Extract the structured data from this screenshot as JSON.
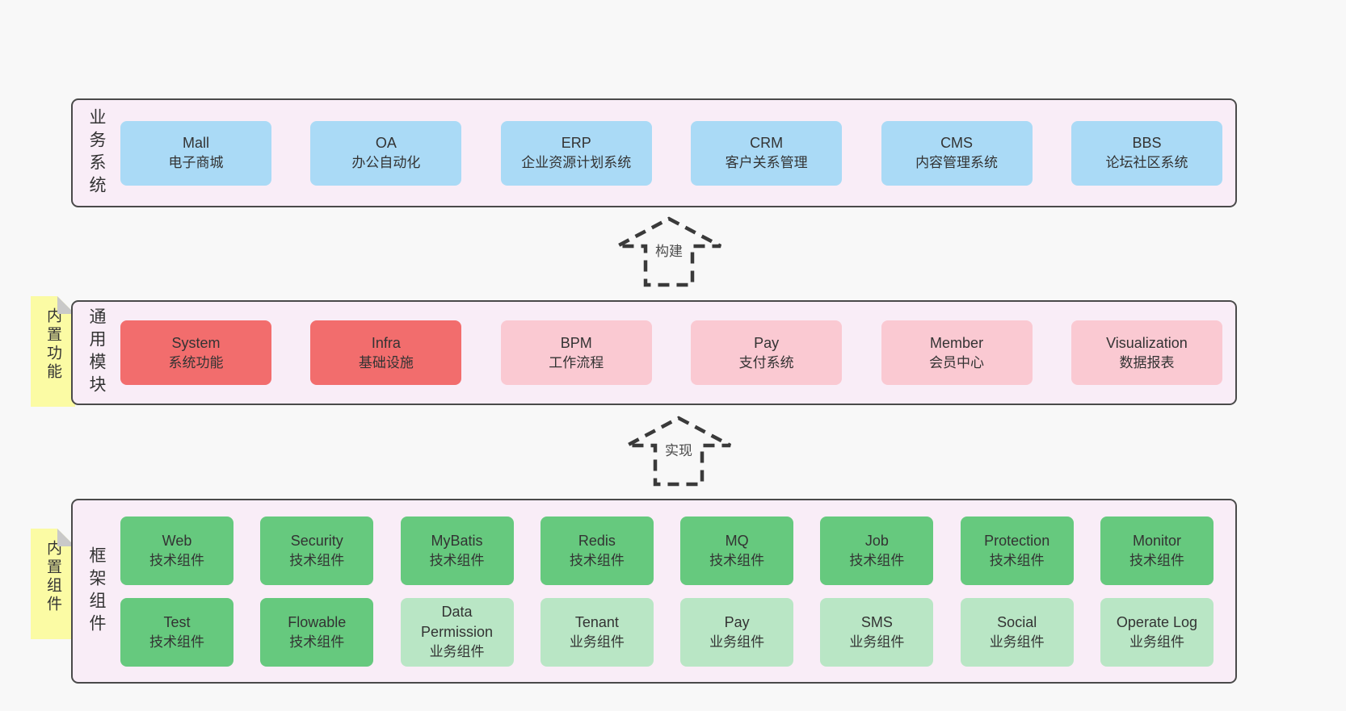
{
  "colors": {
    "page_bg": "#f8f8f8",
    "panel_bg": "#f9edf7",
    "panel_border": "#4a4a4a",
    "blue": "#aadaf6",
    "red": "#f26d6d",
    "pink": "#fac9d2",
    "green_dark": "#66c97e",
    "green_light": "#b9e6c5",
    "note_bg": "#fbfba4",
    "note_fold": "#c9c9c9",
    "text": "#333333"
  },
  "arrows": {
    "build": "构建",
    "implement": "实现"
  },
  "business": {
    "label": "业务系统",
    "items": [
      {
        "name": "Mall",
        "desc": "电子商城"
      },
      {
        "name": "OA",
        "desc": "办公自动化"
      },
      {
        "name": "ERP",
        "desc": "企业资源计划系统"
      },
      {
        "name": "CRM",
        "desc": "客户关系管理"
      },
      {
        "name": "CMS",
        "desc": "内容管理系统"
      },
      {
        "name": "BBS",
        "desc": "论坛社区系统"
      }
    ]
  },
  "modules": {
    "label": "通用模块",
    "note": "内置功能",
    "items": [
      {
        "name": "System",
        "desc": "系统功能",
        "variant": "red"
      },
      {
        "name": "Infra",
        "desc": "基础设施",
        "variant": "red"
      },
      {
        "name": "BPM",
        "desc": "工作流程",
        "variant": "pink"
      },
      {
        "name": "Pay",
        "desc": "支付系统",
        "variant": "pink"
      },
      {
        "name": "Member",
        "desc": "会员中心",
        "variant": "pink"
      },
      {
        "name": "Visualization",
        "desc": "数据报表",
        "variant": "pink"
      }
    ]
  },
  "framework": {
    "label": "框架组件",
    "note": "内置组件",
    "row1": [
      {
        "name": "Web",
        "desc": "技术组件",
        "variant": "dark"
      },
      {
        "name": "Security",
        "desc": "技术组件",
        "variant": "dark"
      },
      {
        "name": "MyBatis",
        "desc": "技术组件",
        "variant": "dark"
      },
      {
        "name": "Redis",
        "desc": "技术组件",
        "variant": "dark"
      },
      {
        "name": "MQ",
        "desc": "技术组件",
        "variant": "dark"
      },
      {
        "name": "Job",
        "desc": "技术组件",
        "variant": "dark"
      },
      {
        "name": "Protection",
        "desc": "技术组件",
        "variant": "dark"
      },
      {
        "name": "Monitor",
        "desc": "技术组件",
        "variant": "dark"
      }
    ],
    "row2": [
      {
        "name": "Test",
        "desc": "技术组件",
        "variant": "dark"
      },
      {
        "name": "Flowable",
        "desc": "技术组件",
        "variant": "dark"
      },
      {
        "name": "Data Permission",
        "desc": "业务组件",
        "variant": "light"
      },
      {
        "name": "Tenant",
        "desc": "业务组件",
        "variant": "light"
      },
      {
        "name": "Pay",
        "desc": "业务组件",
        "variant": "light"
      },
      {
        "name": "SMS",
        "desc": "业务组件",
        "variant": "light"
      },
      {
        "name": "Social",
        "desc": "业务组件",
        "variant": "light"
      },
      {
        "name": "Operate Log",
        "desc": "业务组件",
        "variant": "light"
      }
    ]
  }
}
